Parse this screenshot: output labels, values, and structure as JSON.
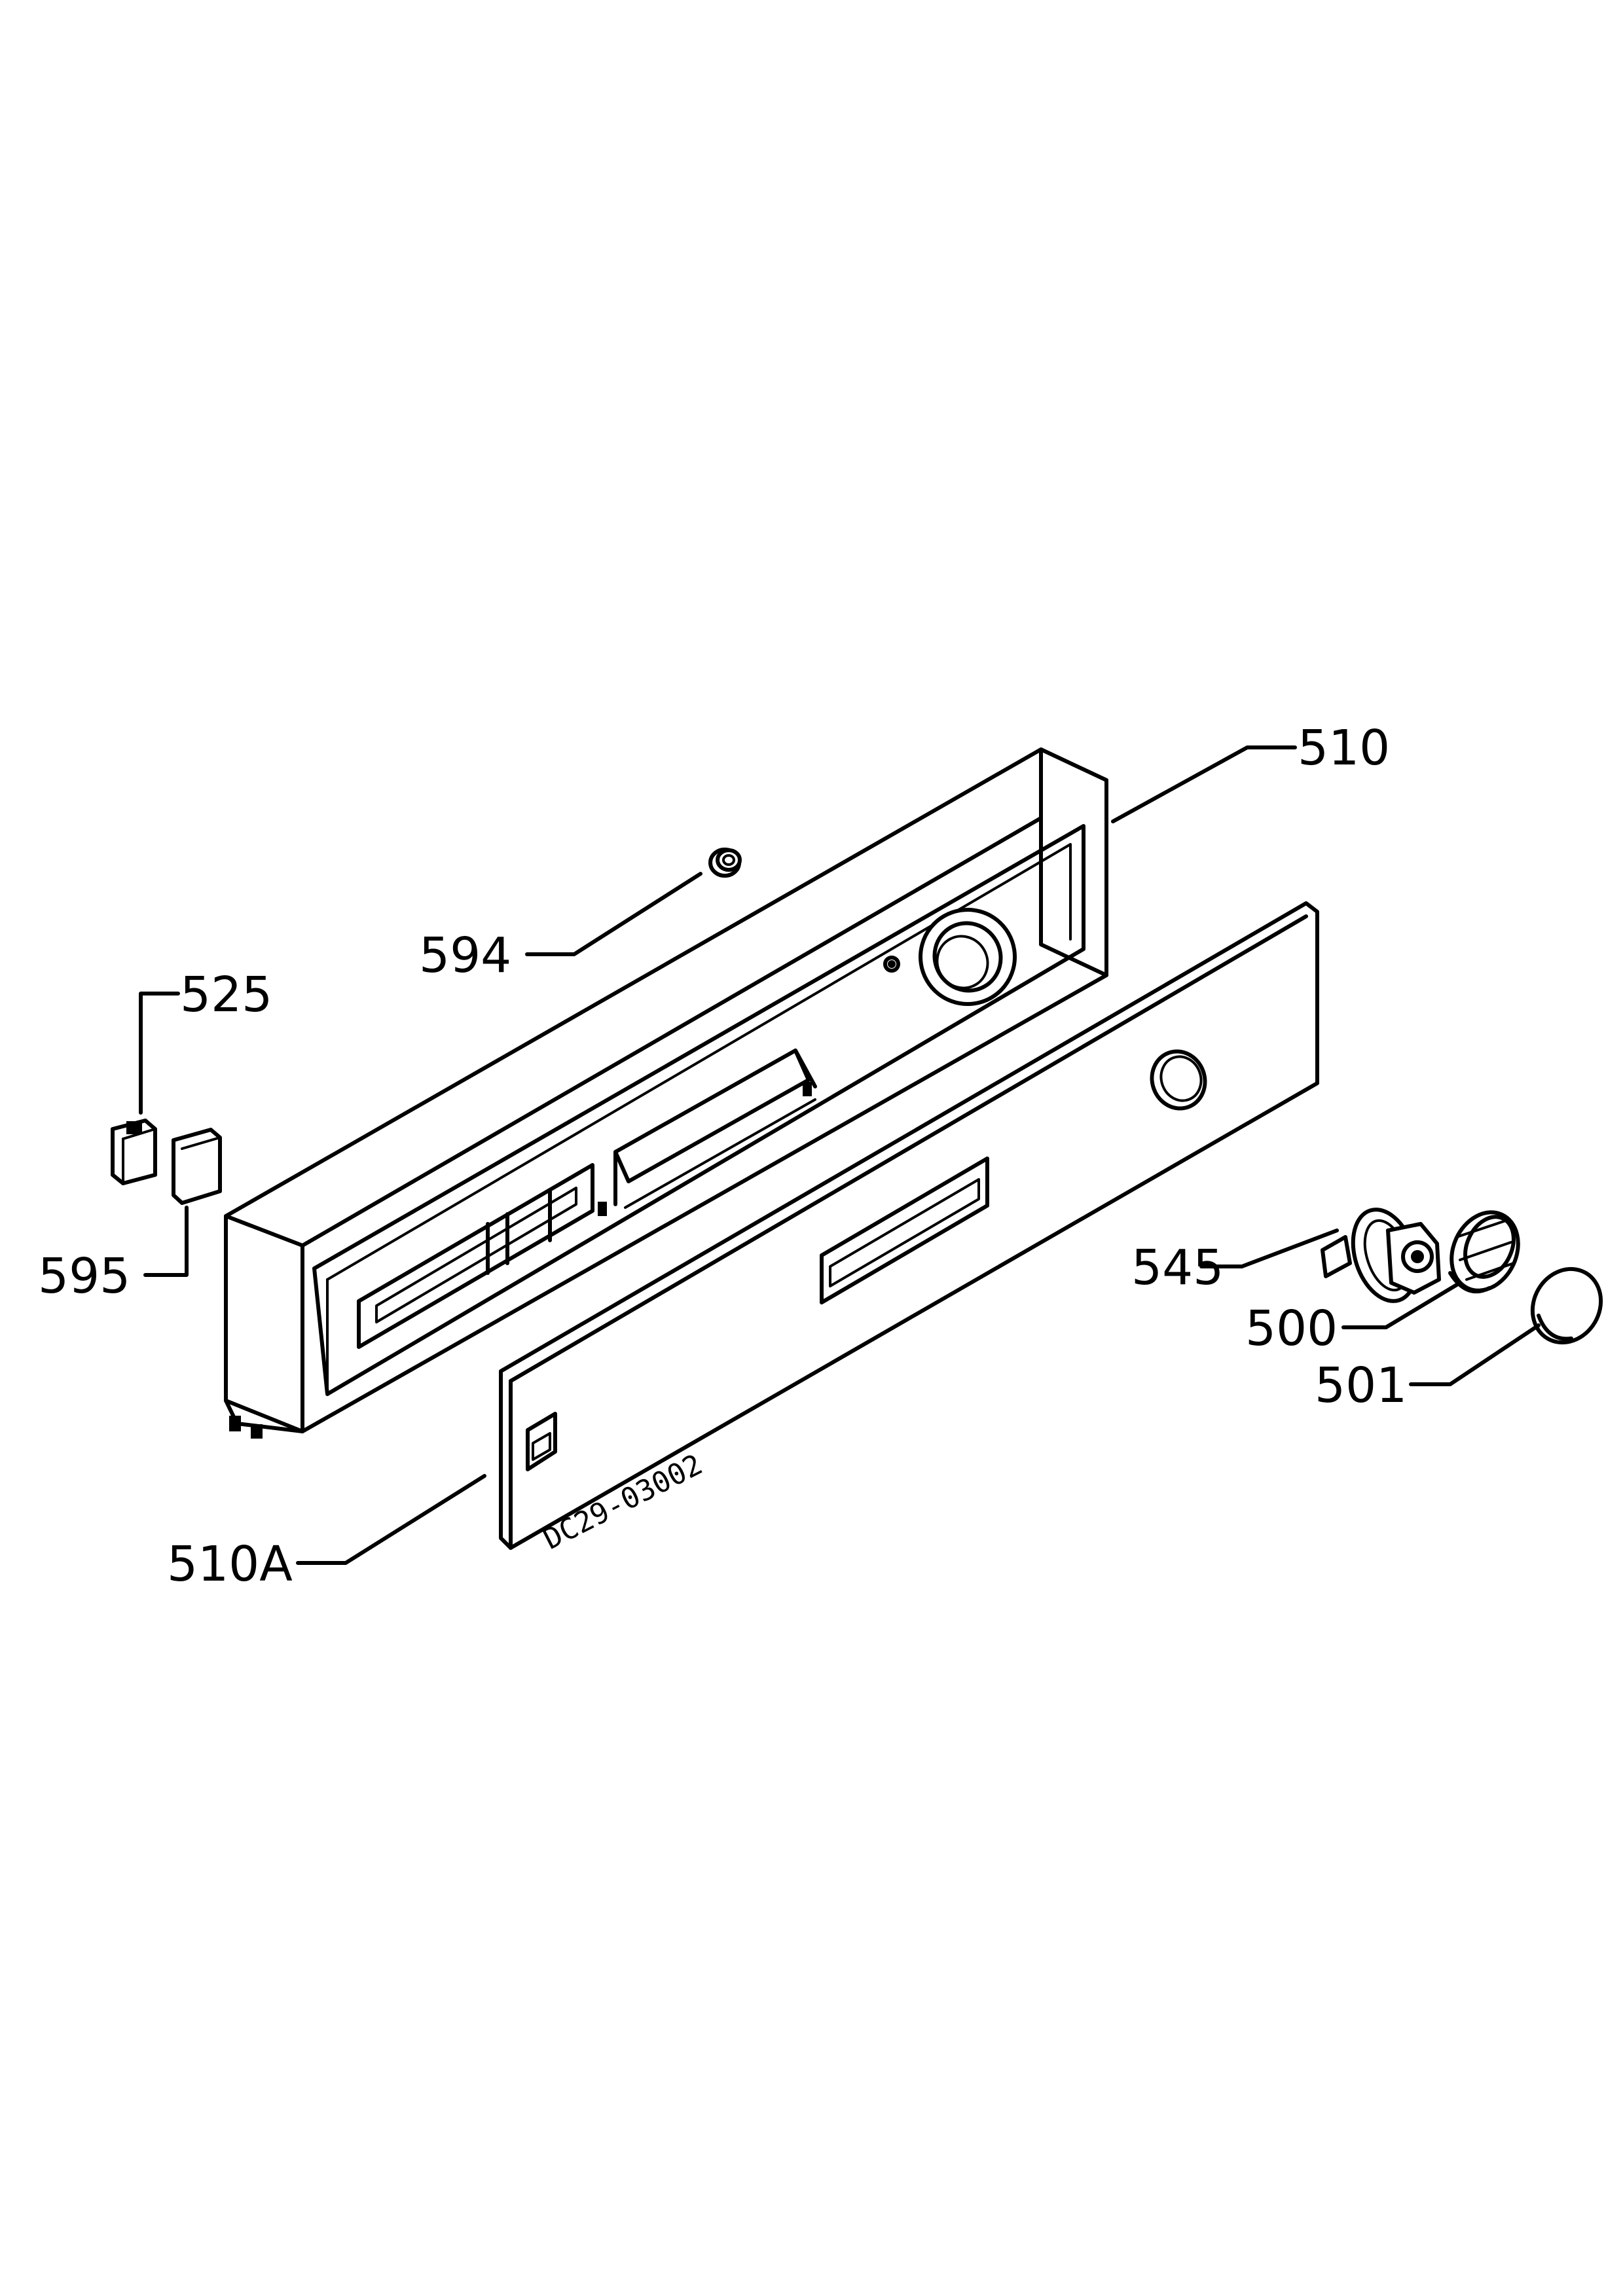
{
  "labels": {
    "p510": "510",
    "p594": "594",
    "p525": "525",
    "p595": "595",
    "p545": "545",
    "p500": "500",
    "p501": "501",
    "p510A": "510A"
  },
  "stamp": "DC29-03002"
}
